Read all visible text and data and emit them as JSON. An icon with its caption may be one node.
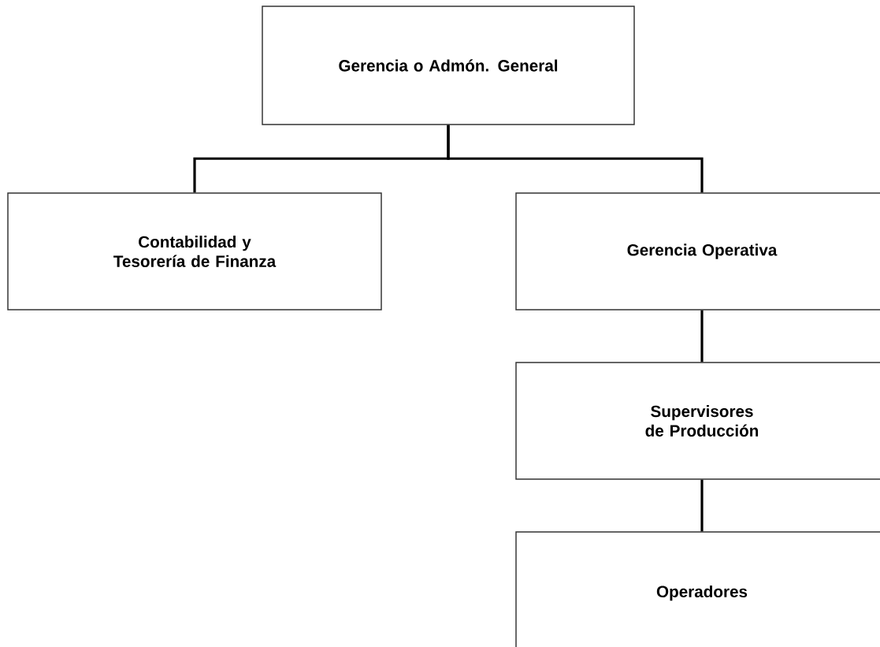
{
  "diagram": {
    "nodes": [
      {
        "text": [
          "Gerencia o Admón. General"
        ]
      },
      {
        "text": [
          "Contabilidad y Tesorería de Finanza"
        ]
      },
      {
        "text": [
          "Gerencia Operativa"
        ]
      },
      {
        "text": [
          "Supervisores de Producción"
        ]
      },
      {
        "text": [
          "Operadores"
        ]
      }
    ],
    "edges": [
      {
        "from": 0,
        "to": 1,
        "arrow": "none"
      },
      {
        "from": 0,
        "to": 2,
        "arrow": "none"
      },
      {
        "from": 2,
        "to": 3,
        "arrow": "none"
      },
      {
        "from": 3,
        "to": 4,
        "arrow": "none"
      }
    ]
  }
}
